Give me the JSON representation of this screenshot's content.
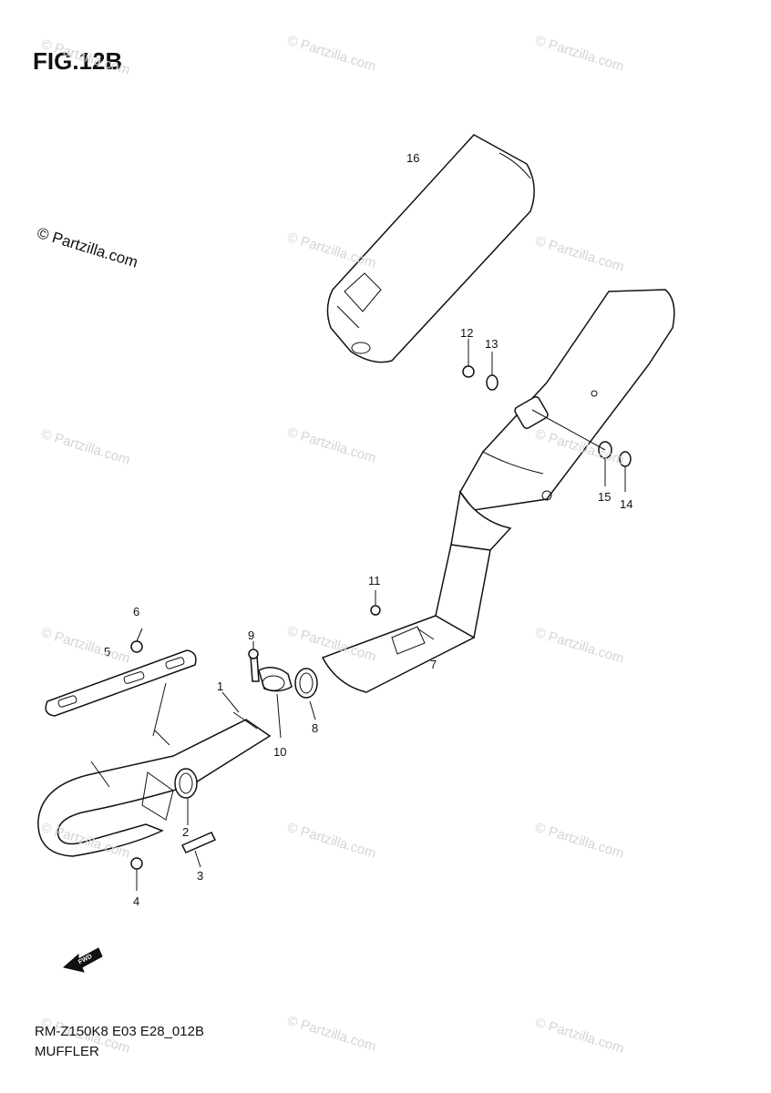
{
  "figure": {
    "title": "FIG.12B"
  },
  "copyright": "© Partzilla.com",
  "watermark_text": "© Partzilla.com",
  "footer": {
    "code": "RM-Z150K8 E03 E28_012B",
    "name": "MUFFLER"
  },
  "fwd_label": "FWD",
  "callouts": [
    "1",
    "2",
    "3",
    "4",
    "5",
    "6",
    "7",
    "8",
    "9",
    "10",
    "11",
    "12",
    "13",
    "14",
    "15",
    "16"
  ]
}
